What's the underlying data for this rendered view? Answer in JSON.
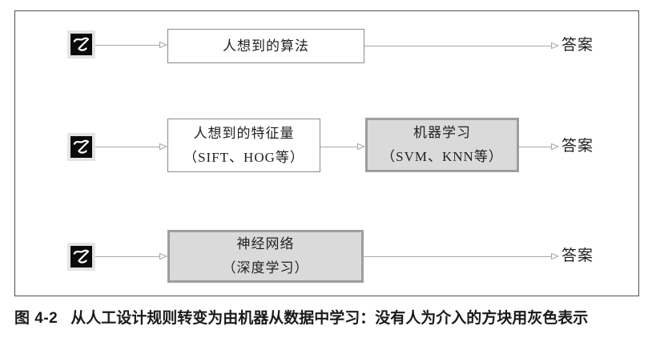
{
  "figure": {
    "caption_label": "图 4-2",
    "caption_text": "从人工设计规则转变为由机器从数据中学习：没有人为介入的方块用灰色表示"
  },
  "diagram": {
    "rows": [
      {
        "input_icon": "handwritten-digit-5",
        "box1": {
          "line1": "人想到的算法"
        },
        "answer": "答案"
      },
      {
        "input_icon": "handwritten-digit-5",
        "box1": {
          "line1": "人想到的特征量",
          "line2": "（SIFT、HOG等）"
        },
        "box2": {
          "line1": "机器学习",
          "line2": "（SVM、KNN等）"
        },
        "answer": "答案"
      },
      {
        "input_icon": "handwritten-digit-5",
        "box1": {
          "line1": "神经网络",
          "line2": "（深度学习）"
        },
        "answer": "答案"
      }
    ]
  },
  "colors": {
    "frame_border": "#4f4f4f",
    "arrow": "#a9a9a9",
    "box_border": "#8c8c8c",
    "gray_fill": "#dadada",
    "gray_border": "#9e9e9e",
    "icon_margin": "#e4e4e4",
    "icon_bg": "#0a0a0a",
    "digit": "#ffffff",
    "text": "#1f1f1f"
  }
}
